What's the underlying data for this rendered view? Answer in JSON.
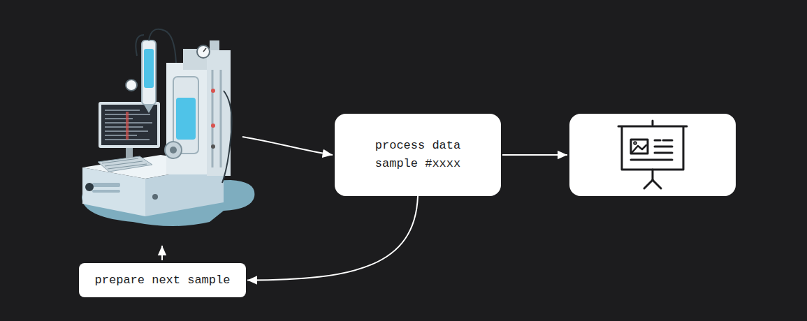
{
  "diagram": {
    "nodes": [
      {
        "text": [
          "process data sample #xxxx"
        ]
      },
      {
        "text": [
          "prepare next sample"
        ]
      }
    ],
    "edges": [
      {
        "from": 0,
        "to": 1,
        "arrow": "to"
      }
    ]
  }
}
